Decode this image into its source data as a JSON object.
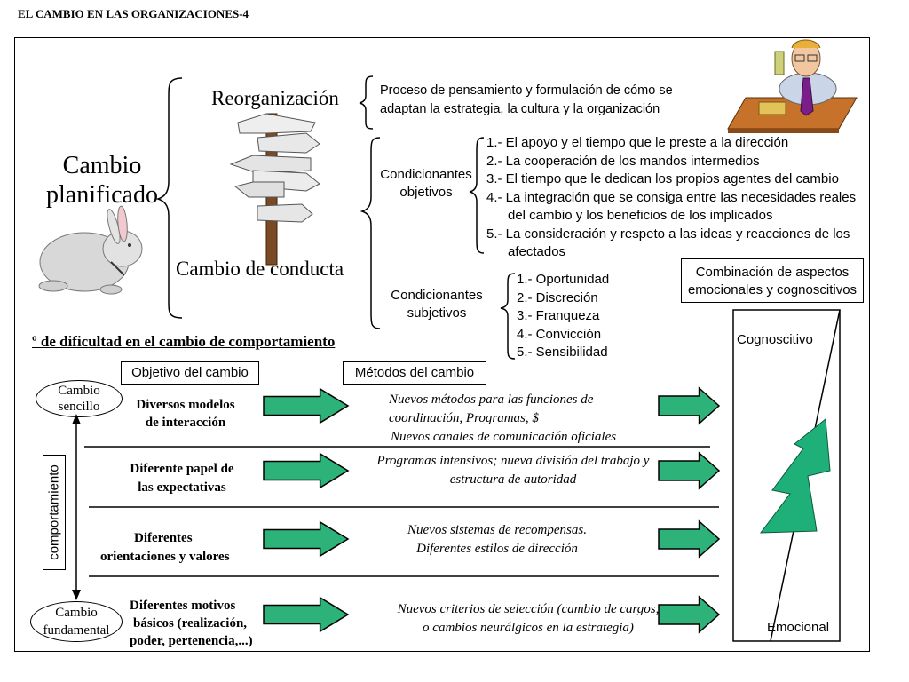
{
  "header": {
    "title": "EL CAMBIO EN LAS ORGANIZACIONES-4"
  },
  "left": {
    "cambio_line1": "Cambio",
    "cambio_line2": "planificado"
  },
  "branches": {
    "reorganizacion": "Reorganización",
    "cambio_conducta": "Cambio de conducta"
  },
  "reorg_desc": {
    "line1": "Proceso de pensamiento y formulación de cómo se",
    "line2": "adaptan la estrategia, la cultura y la organización"
  },
  "objetivos": {
    "label_line1": "Condicionantes",
    "label_line2": "objetivos",
    "items": [
      "1.- El apoyo y el tiempo que le preste a la dirección",
      "2.- La cooperación de los mandos intermedios",
      "3.- El tiempo que le dedican los propios agentes del cambio",
      "4.- La integración que se consiga entre las necesidades reales",
      "del cambio y los beneficios de los implicados",
      "5.- La consideración  y respeto a las ideas y reacciones de los",
      "afectados"
    ]
  },
  "subjetivos": {
    "label_line1": "Condicionantes",
    "label_line2": "subjetivos",
    "items": [
      "1.- Oportunidad",
      "2.- Discreción",
      "3.- Franqueza",
      "4.- Convicción",
      "5.- Sensibilidad"
    ]
  },
  "combinacion": {
    "line1": "Combinación de aspectos",
    "line2": "emocionales y cognoscitivos"
  },
  "dificultad": "º de dificultad en el cambio de comportamiento",
  "headers": {
    "objetivo": "Objetivo del cambio",
    "metodos": "Métodos del cambio"
  },
  "cambio_sencillo": {
    "line1": "Cambio",
    "line2": "sencillo"
  },
  "cambio_fundamental": {
    "line1": "Cambio",
    "line2": "fundamental"
  },
  "comportamiento": "comportamiento",
  "rows": [
    {
      "obj_line1": "Diversos modelos",
      "obj_line2": "de interacción",
      "obj_line3": "",
      "met_line1": "Nuevos métodos para las funciones de",
      "met_line2": "coordinación, Programas, $",
      "met_line3": "Nuevos canales de comunicación oficiales"
    },
    {
      "obj_line1": "Diferente papel de",
      "obj_line2": "las expectativas",
      "obj_line3": "",
      "met_line1": "Programas intensivos; nueva división del trabajo y",
      "met_line2": "estructura de autoridad",
      "met_line3": ""
    },
    {
      "obj_line1": "Diferentes",
      "obj_line2": "orientaciones y valores",
      "obj_line3": "",
      "met_line1": "Nuevos sistemas de recompensas.",
      "met_line2": "Diferentes estilos de dirección",
      "met_line3": ""
    },
    {
      "obj_line1": "Diferentes motivos",
      "obj_line2": "básicos (realización,",
      "obj_line3": "poder, pertenencia,...)",
      "met_line1": "Nuevos criterios de selección (cambio de cargos,",
      "met_line2": "o cambios neurálgicos en la estrategia)",
      "met_line3": ""
    }
  ],
  "scale": {
    "top": "Cognoscitivo",
    "bottom": "Emocional"
  },
  "colors": {
    "arrow_fill": "#2db37a",
    "arrow_stroke": "#000000",
    "bolt": "#1fb07a"
  }
}
